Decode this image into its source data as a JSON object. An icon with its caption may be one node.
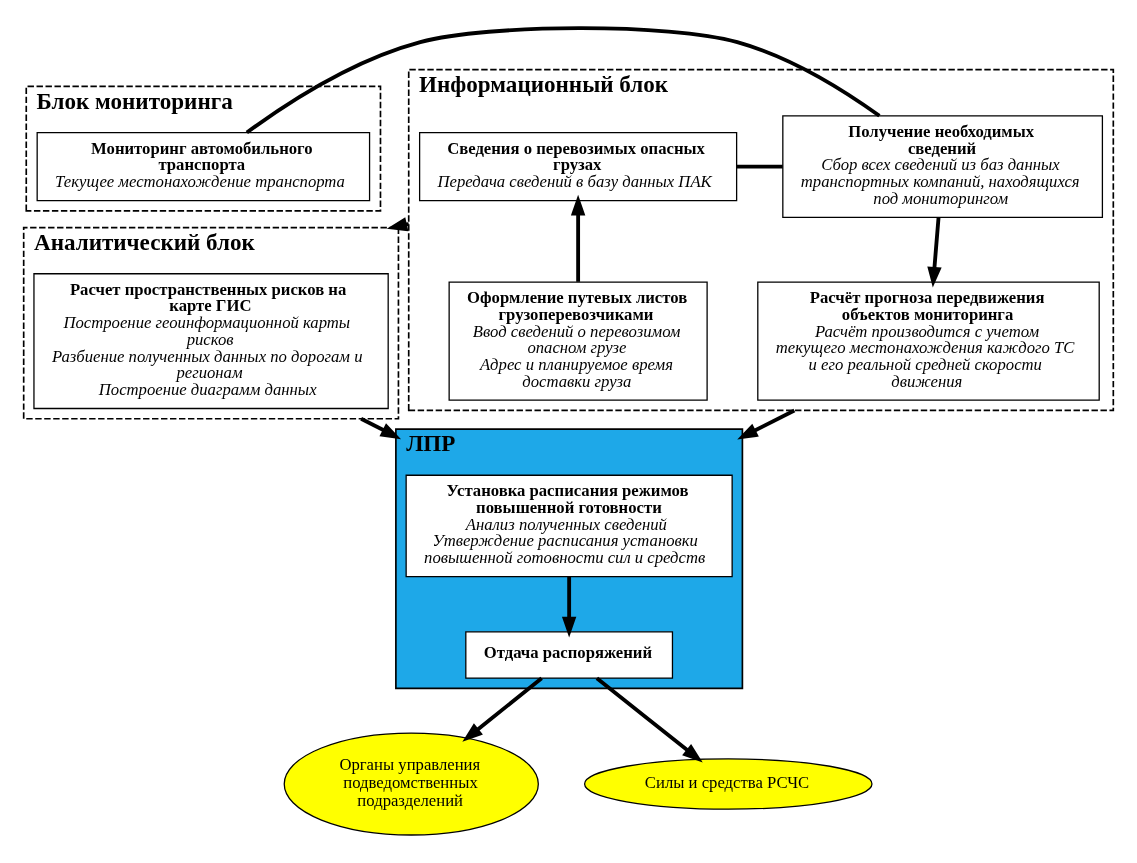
{
  "diagram": {
    "nodes": [
      {
        "text": [
          "Блок мониторинга"
        ]
      },
      {
        "text": [
          "Мониторинг автомобильного транспорта",
          "Текущее местонахождение транспорта"
        ],
        "in": 0
      },
      {
        "text": [
          "Информационный блок"
        ]
      },
      {
        "text": [
          "Получение необходимых сведений",
          "Сбор всех сведений из баз данных транспортных компаний, находящихся под мониторингом"
        ],
        "in": 2
      },
      {
        "text": [
          "Сведения о перевозимых опасных грузах",
          "Передача сведений в базу данных ПАК"
        ],
        "in": 2
      },
      {
        "text": [
          "Расчёт прогноза передвижения объектов мониторинга",
          "Расчёт производится с учетом текущего местонахождения каждого ТС и его реальной средней скорости движения"
        ],
        "in": 2
      },
      {
        "text": [
          "Оформление путевых листов грузоперевозчиками",
          "Ввод сведений о перевозимом опасном грузе",
          "Адрес и планируемое время доставки груза"
        ],
        "in": 2
      },
      {
        "text": [
          "Аналитический блок"
        ]
      },
      {
        "text": [
          "Расчет пространственных рисков на карте ГИС",
          "Построение геоинформационной карты рисков",
          "Разбиение полученных данных по дорогам и регионам",
          "Построение диаграмм данных"
        ],
        "in": 7
      },
      {
        "text": [
          "ЛПР"
        ]
      },
      {
        "text": [
          "Установка расписания режимов повышенной готовности",
          "Анализ полученных сведений",
          "Утверждение расписания установки повышенной готовности сил и средств"
        ],
        "in": 9
      },
      {
        "text": [
          "Отдача распоряжений"
        ],
        "in": 9
      },
      {
        "text": [
          "Органы управления подведомственных подразделений"
        ]
      },
      {
        "text": [
          "Силы и средства РСЧС"
        ]
      }
    ],
    "edges": [
      {
        "from": 1,
        "to": 3,
        "arrow": "none"
      },
      {
        "from": 3,
        "to": 4,
        "arrow": "none"
      },
      {
        "from": 3,
        "to": 5,
        "arrow": "to"
      },
      {
        "from": 6,
        "to": 4,
        "arrow": "to"
      },
      {
        "from": 2,
        "to": 7,
        "arrow": "to"
      },
      {
        "from": 7,
        "to": 9,
        "arrow": "to"
      },
      {
        "from": 2,
        "to": 9,
        "arrow": "to"
      },
      {
        "from": 10,
        "to": 11,
        "arrow": "to"
      },
      {
        "from": 11,
        "to": 12,
        "arrow": "to"
      },
      {
        "from": 11,
        "to": 13,
        "arrow": "to"
      }
    ]
  }
}
